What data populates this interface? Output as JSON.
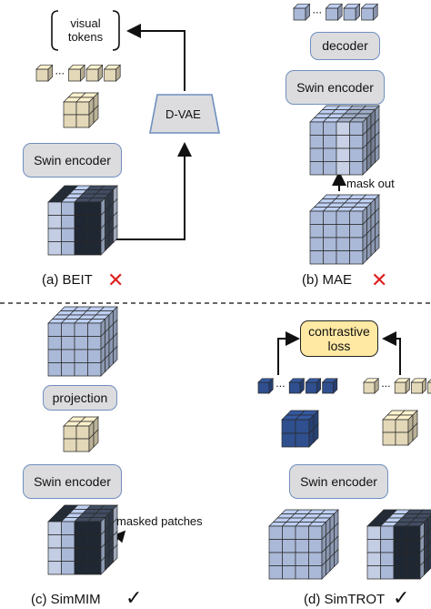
{
  "beit": {
    "tokens_label": "visual\ntokens",
    "dvae_label": "D-VAE",
    "encoder_label": "Swin encoder",
    "caption": "(a) BEIT",
    "mark": "✕"
  },
  "mae": {
    "decoder_label": "decoder",
    "encoder_label": "Swin encoder",
    "mask_label": "mask out",
    "caption": "(b) MAE",
    "mark": "✕"
  },
  "simmim": {
    "projection_label": "projection",
    "encoder_label": "Swin encoder",
    "masked_label": "masked patches",
    "caption": "(c) SimMIM",
    "mark": "✓"
  },
  "simtrot": {
    "loss_label": "contrastive\nloss",
    "encoder_label": "Swin encoder",
    "caption": "(d) SimTROT",
    "mark": "✓"
  },
  "token_ellipsis": "···",
  "colors": {
    "beige": "#e3d8b8",
    "light_blue": "#aab9d8",
    "dark_blue": "#2f4f8f",
    "grey_box": "#dcdcde",
    "yellow_box": "#ffe9a3",
    "cross": "#e02020"
  }
}
